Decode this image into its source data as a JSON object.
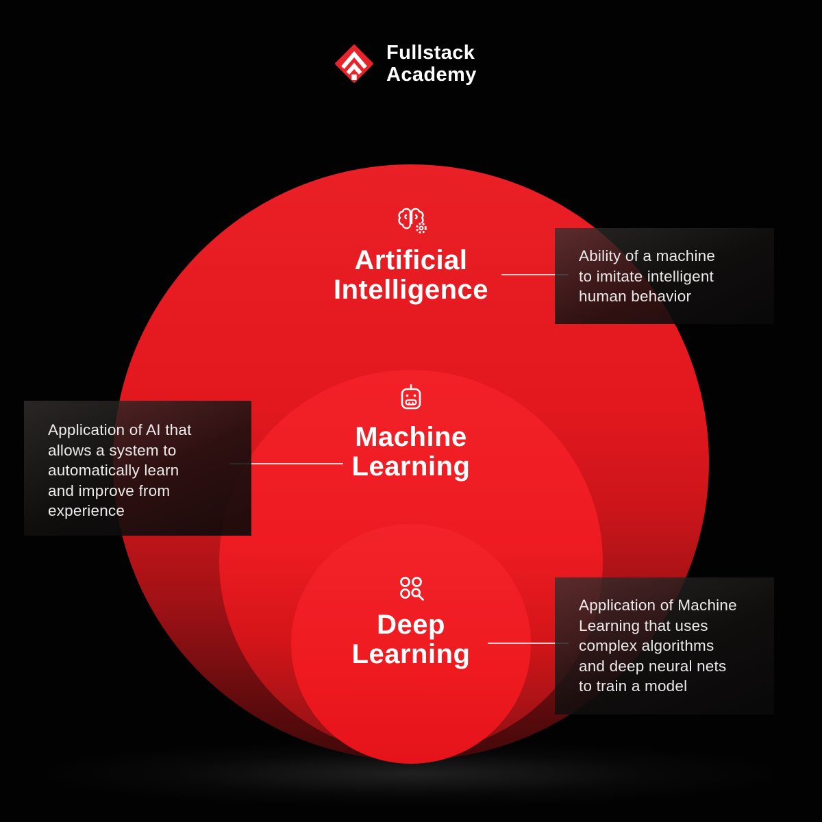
{
  "brand": {
    "name": "Fullstack\nAcademy",
    "logo_icon": "red-diamond-chevron"
  },
  "colors": {
    "background": "#020202",
    "brand_red": "#e8242b",
    "circle_red_bright": "#ee1c22",
    "circle_red_dark": "#420809",
    "panel_overlay": "rgba(18,15,15,0.86)",
    "text_primary": "#ffffff",
    "text_secondary": "#eceaea",
    "connector_line": "#ebe9e9"
  },
  "rings": [
    {
      "id": "artificial-intelligence",
      "icon": "brain-gear-icon",
      "title": "Artificial\nIntelligence",
      "description": "Ability of a machine\nto imitate intelligent\nhuman behavior",
      "callout_side": "right"
    },
    {
      "id": "machine-learning",
      "icon": "robot-head-icon",
      "title": "Machine\nLearning",
      "description": "Application of AI that\nallows a system to\nautomatically learn\nand improve from\nexperience",
      "callout_side": "left"
    },
    {
      "id": "deep-learning",
      "icon": "grid-search-icon",
      "title": "Deep\nLearning",
      "description": "Application of Machine\nLearning that uses\ncomplex algorithms\nand deep neural nets\nto train a model",
      "callout_side": "right"
    }
  ]
}
